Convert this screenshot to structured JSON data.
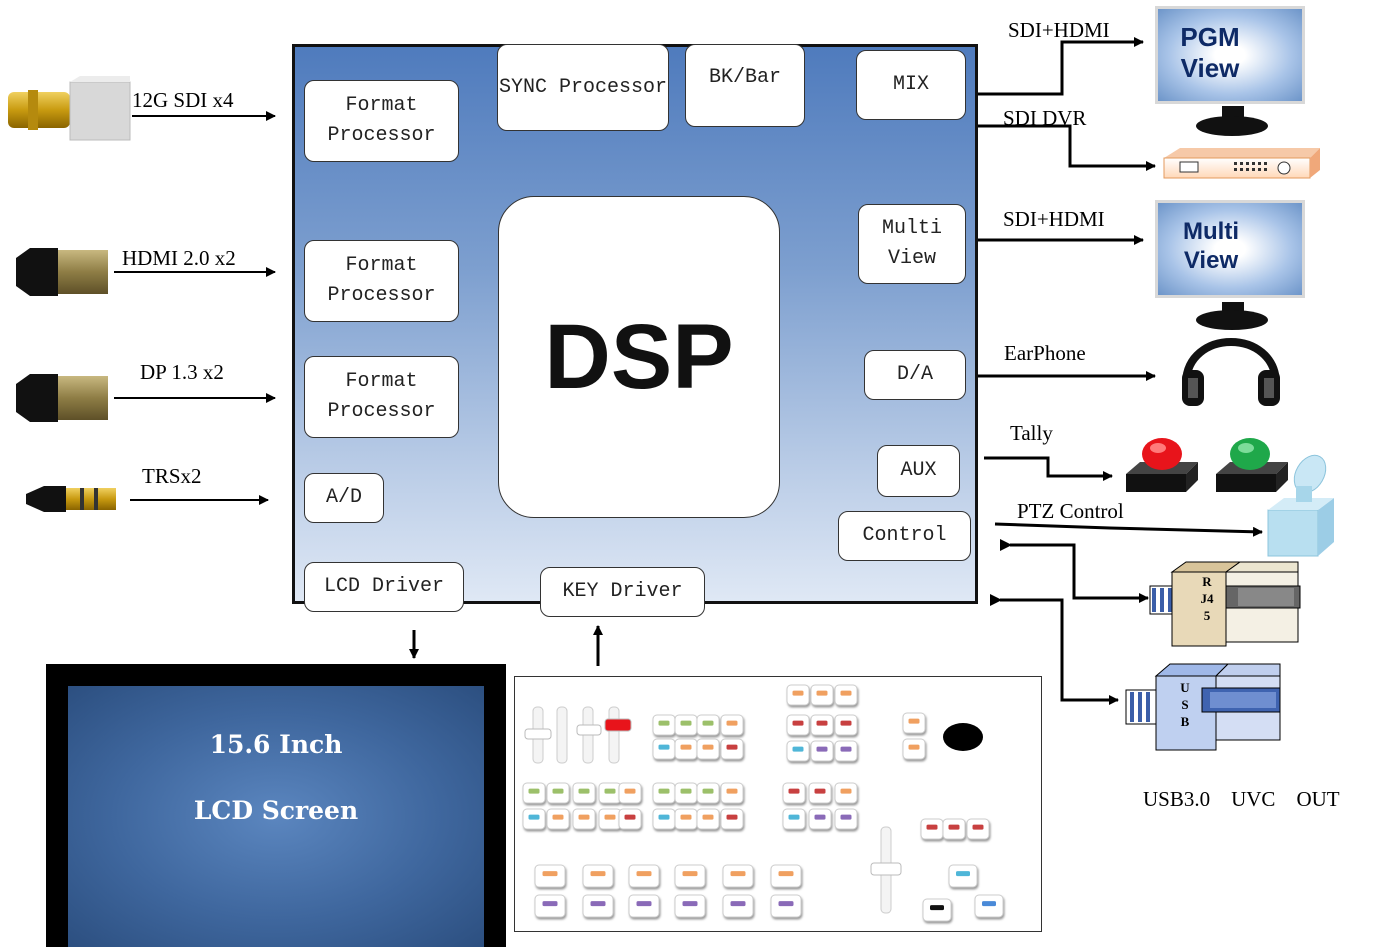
{
  "inputs": {
    "sdi": "12G SDI x4",
    "hdmi": "HDMI 2.0 x2",
    "dp": "DP 1.3 x2",
    "trs": "TRSx2"
  },
  "blocks": {
    "format1": "Format Processor",
    "format2": "Format Processor",
    "format3": "Format Processor",
    "ad": "A/D",
    "lcd_driver": "LCD Driver",
    "sync": "SYNC Processor",
    "bkbar": "BK/Bar",
    "mix": "MIX",
    "multiview": "Multi View",
    "da": "D/A",
    "aux": "AUX",
    "control": "Control",
    "key_driver": "KEY Driver",
    "dsp": "DSP"
  },
  "outputs": {
    "pgm": "SDI+HDMI",
    "dvr": "SDI DVR",
    "multiview": "SDI+HDMI",
    "earphone": "EarPhone",
    "tally": "Tally",
    "ptz": "PTZ Control",
    "usb_out": "USB3.0    UVC    OUT"
  },
  "devices": {
    "pgm_monitor": "PGM View",
    "multiview_monitor": "Multi View",
    "rj45": "R J4 5",
    "usb": "U S B"
  },
  "lcd": {
    "line1": "15.6 Inch",
    "line2": "LCD Screen"
  },
  "colors": {
    "dsp_panel_top": "#4f7bbd",
    "dsp_panel_bottom": "#dfe8f5",
    "tally_red": "#e8141b",
    "tally_green": "#1fa84a"
  }
}
